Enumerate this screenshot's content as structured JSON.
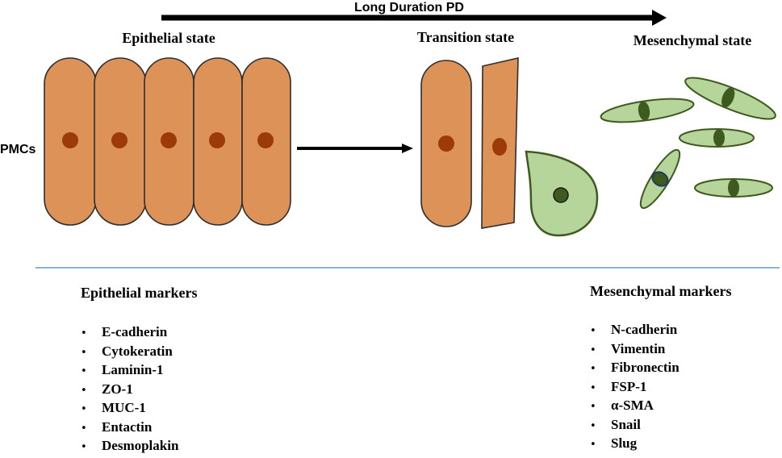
{
  "header": {
    "timeline_label": "Long Duration PD"
  },
  "states": {
    "epithelial": "Epithelial state",
    "transition": "Transition state",
    "mesenchymal": "Mesenchymal state"
  },
  "side_label": "PMCs",
  "colors": {
    "epithelial_fill": "#DD9258",
    "epithelial_stroke": "#2E2E2E",
    "epithelial_nucleus": "#9C3A0A",
    "mesenchymal_fill": "#B5D59A",
    "mesenchymal_stroke": "#3F5A1F",
    "mesenchymal_nucleus": "#3F5A1F",
    "divider": "#5B9BD5"
  },
  "markers": {
    "epithelial": {
      "heading": "Epithelial markers",
      "items": [
        "E-cadherin",
        "Cytokeratin",
        "Laminin-1",
        "ZO-1",
        "MUC-1",
        "Entactin",
        "Desmoplakin"
      ]
    },
    "mesenchymal": {
      "heading": "Mesenchymal markers",
      "items": [
        "N-cadherin",
        "Vimentin",
        "Fibronectin",
        "FSP-1",
        "α-SMA",
        "Snail",
        "Slug"
      ]
    }
  }
}
